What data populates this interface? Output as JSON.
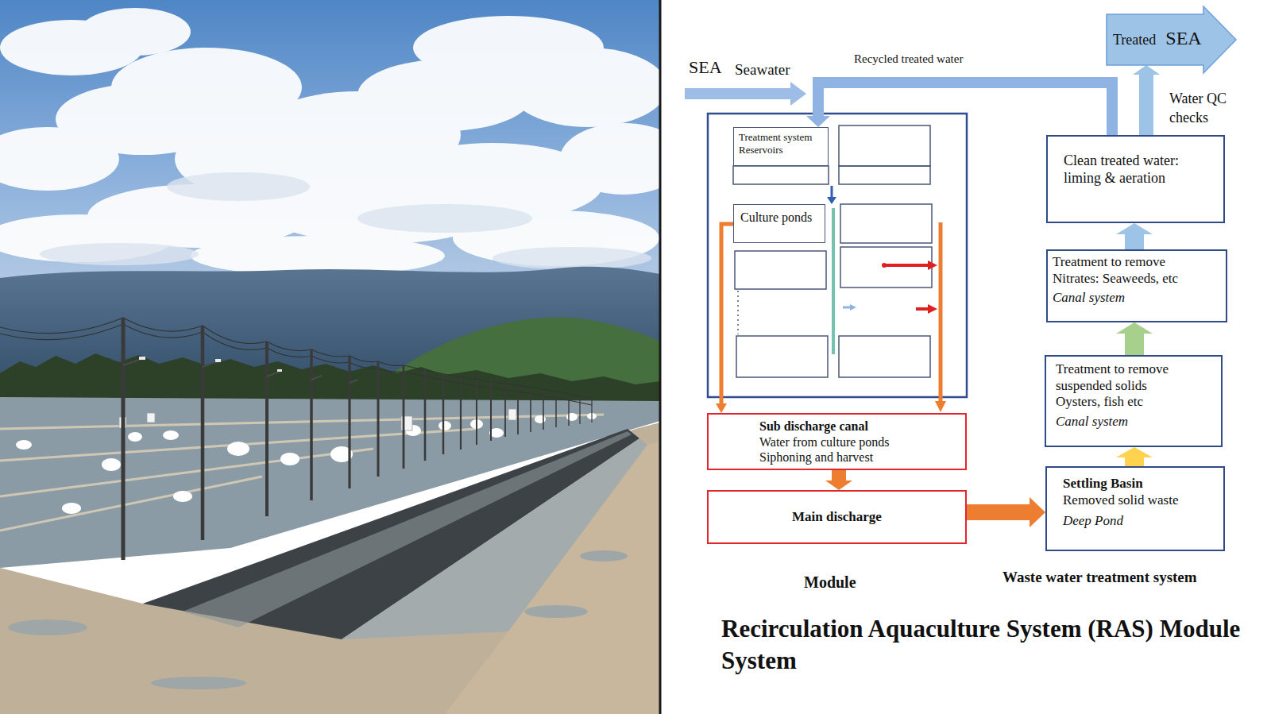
{
  "diagram": {
    "title": "Recirculation Aquaculture System (RAS) Module System",
    "nodes": [
      {
        "text": [
          "Treatment system Reservoirs"
        ]
      },
      {
        "text": [
          "Culture ponds"
        ]
      },
      {
        "text": [
          "Sub discharge canal",
          "Water from culture ponds",
          "Siphoning and harvest"
        ]
      },
      {
        "text": [
          "Main discharge"
        ]
      },
      {
        "text": [
          "Settling Basin",
          "Removed solid waste",
          "Deep Pond"
        ]
      },
      {
        "text": [
          "Treatment to remove suspended solids",
          "Oysters, fish etc",
          "Canal system"
        ]
      },
      {
        "text": [
          "Treatment to remove Nitrates: Seaweeds, etc",
          "Canal system"
        ]
      },
      {
        "text": [
          "Clean treated water: liming & aeration"
        ]
      },
      {
        "text": [
          "Treated",
          "SEA"
        ]
      }
    ],
    "edges": [
      {
        "from": 1,
        "to": 2,
        "arrow": "to"
      },
      {
        "from": 2,
        "to": 3,
        "arrow": "to"
      },
      {
        "from": 3,
        "to": 4,
        "arrow": "to"
      },
      {
        "from": 4,
        "to": 5,
        "arrow": "to"
      },
      {
        "from": 5,
        "to": 6,
        "arrow": "to"
      },
      {
        "from": 6,
        "to": 7,
        "arrow": "to"
      },
      {
        "from": 7,
        "to": 0,
        "label": "Recycled treated water",
        "arrow": "to"
      },
      {
        "from": 7,
        "to": 8,
        "label": "Water QC checks",
        "arrow": "to"
      }
    ],
    "labels": [
      "SEA",
      "Seawater",
      "Module",
      "Waste water treatment system"
    ]
  }
}
